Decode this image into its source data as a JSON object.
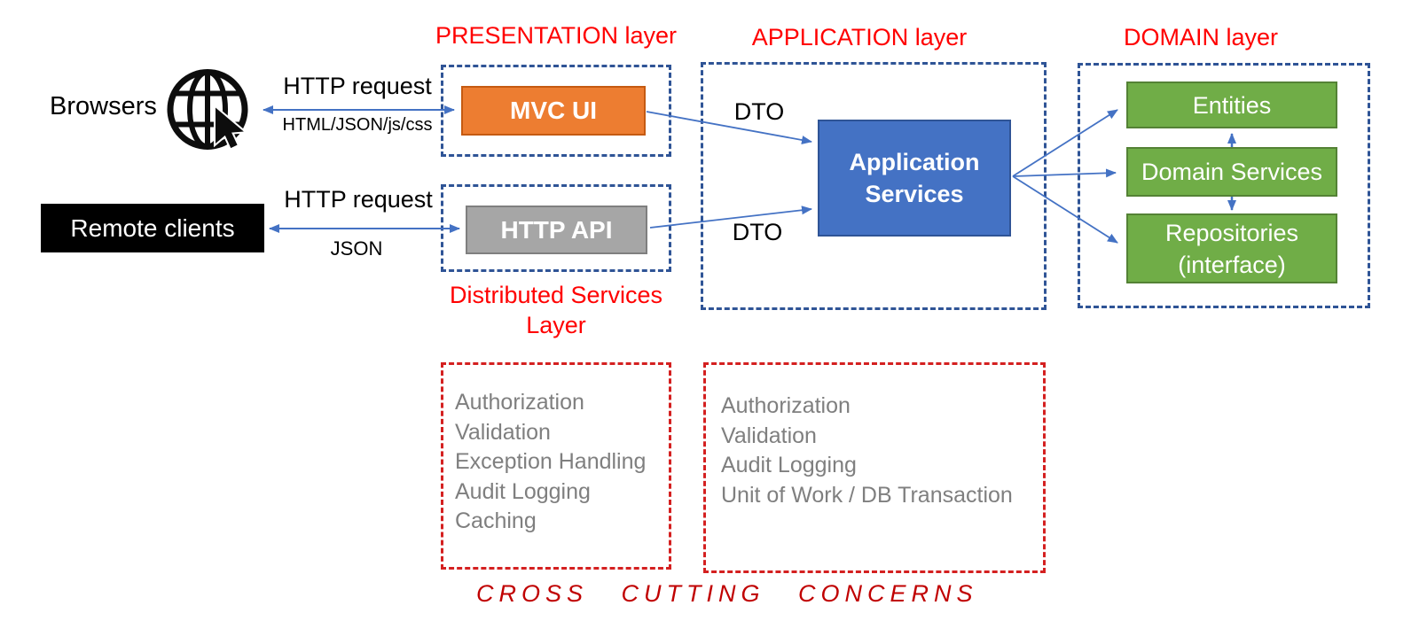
{
  "clients": {
    "browsers_label": "Browsers",
    "remote_clients_label": "Remote clients"
  },
  "connections": {
    "browsers_http": {
      "label": "HTTP request",
      "sublabel": "HTML/JSON/js/css"
    },
    "remote_http": {
      "label": "HTTP request",
      "sublabel": "JSON"
    },
    "dto_top_label": "DTO",
    "dto_bottom_label": "DTO"
  },
  "layers": {
    "presentation": {
      "title": "PRESENTATION layer",
      "box_label": "MVC UI"
    },
    "distributed_services": {
      "title": "Distributed Services\nLayer",
      "box_label": "HTTP API"
    },
    "application": {
      "title": "APPLICATION layer",
      "box_label": "Application\nServices"
    },
    "domain": {
      "title": "DOMAIN layer",
      "entities_label": "Entities",
      "domain_services_label": "Domain Services",
      "repositories_label": "Repositories\n(interface)"
    }
  },
  "cross_cutting": {
    "left_box_items": [
      "Authorization",
      "Validation",
      "Exception Handling",
      "Audit Logging",
      "Caching"
    ],
    "right_box_items": [
      "Authorization",
      "Validation",
      "Audit Logging",
      "Unit of Work / DB Transaction"
    ],
    "footer": "CROSS CUTTING CONCERNS"
  },
  "colors": {
    "title_red": "#FF0000",
    "dashed_red": "#D42020",
    "footer_red": "#C00000",
    "dashed_blue": "#2F5496",
    "arrow_blue": "#4472C4",
    "mvc_orange": "#ED7D31",
    "mvc_orange_border": "#C55A11",
    "api_gray": "#A6A6A6",
    "api_gray_border": "#7F7F7F",
    "app_blue": "#4472C4",
    "app_blue_border": "#2F5496",
    "domain_green": "#70AD47",
    "domain_green_border": "#548235",
    "list_gray": "#7F7F7F"
  }
}
